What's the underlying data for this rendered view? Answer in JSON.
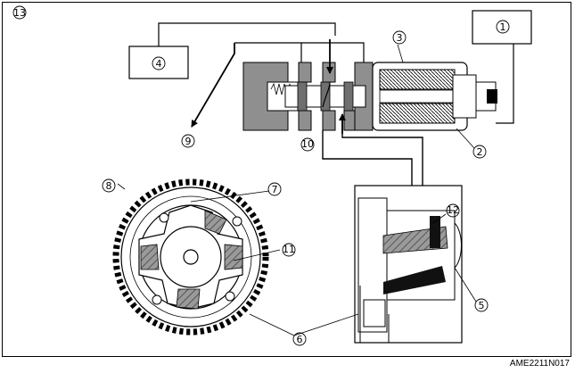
{
  "callouts": {
    "c1": "1",
    "c2": "2",
    "c3": "3",
    "c4": "4",
    "c5": "5",
    "c6": "6",
    "c7": "7",
    "c8": "8",
    "c9": "9",
    "c10": "10",
    "c11": "11",
    "c12": "12",
    "c13": "13"
  },
  "figure_code": "AME2211N017"
}
